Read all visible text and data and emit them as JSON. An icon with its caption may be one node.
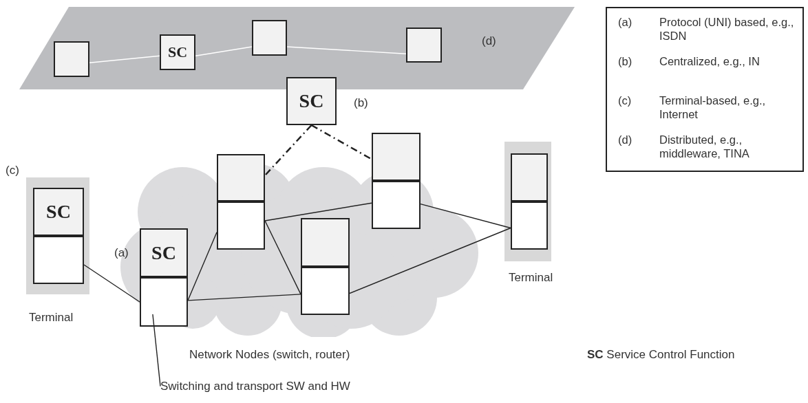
{
  "diagram": {
    "nodes": [
      {
        "text": [
          "(d)"
        ]
      },
      {
        "text": [],
        "shape": "box",
        "in": 0
      },
      {
        "text": [
          "SC"
        ],
        "in": 0
      },
      {
        "text": [],
        "shape": "box",
        "in": 0
      },
      {
        "text": [],
        "shape": "box",
        "in": 0
      },
      {
        "text": [
          "SC"
        ],
        "beside": [
          "(b)"
        ]
      },
      {
        "text": [
          "Terminal"
        ],
        "beside": [
          "(c)"
        ]
      },
      {
        "text": [
          "SC"
        ],
        "in": 6
      },
      {
        "text": [],
        "shape": "box",
        "in": 6
      },
      {
        "text": [
          "SC"
        ],
        "beside": [
          "(a)"
        ]
      },
      {
        "text": [],
        "shape": "box"
      },
      {
        "text": [],
        "shape": "box"
      },
      {
        "text": [],
        "shape": "box"
      },
      {
        "text": [],
        "shape": "box"
      },
      {
        "text": [],
        "shape": "box"
      },
      {
        "text": [],
        "shape": "box"
      },
      {
        "text": [],
        "shape": "box"
      },
      {
        "text": [
          "Terminal"
        ]
      },
      {
        "text": [],
        "shape": "box",
        "in": 17
      },
      {
        "text": [],
        "shape": "box",
        "in": 17
      },
      {
        "text": [
          "Switching and transport SW and HW"
        ]
      }
    ],
    "edges": [
      {
        "from": 1,
        "to": 2,
        "arrow": "none",
        "color": "#ffffff"
      },
      {
        "from": 2,
        "to": 3,
        "arrow": "none",
        "color": "#ffffff"
      },
      {
        "from": 3,
        "to": 4,
        "arrow": "none",
        "color": "#ffffff"
      },
      {
        "from": 5,
        "to": 11,
        "arrow": "none",
        "style": "dashed"
      },
      {
        "from": 5,
        "to": 15,
        "arrow": "none",
        "style": "dashed"
      },
      {
        "from": 8,
        "to": 10,
        "arrow": "none"
      },
      {
        "from": 10,
        "to": 12,
        "arrow": "none"
      },
      {
        "from": 10,
        "to": 14,
        "arrow": "none"
      },
      {
        "from": 12,
        "to": 16,
        "arrow": "none"
      },
      {
        "from": 12,
        "to": 14,
        "arrow": "none"
      },
      {
        "from": 16,
        "to": 19,
        "arrow": "none"
      },
      {
        "from": 14,
        "to": 19,
        "arrow": "none"
      },
      {
        "from": 20,
        "to": 10,
        "arrow": "none"
      }
    ],
    "labels": [
      "(a)",
      "Protocol (UNI) based, e.g., ISDN",
      "(b)",
      "Centralized, e.g., IN",
      "(c)",
      "Terminal-based, e.g., Internet",
      "(d)",
      "Distributed, e.g., middleware, TINA",
      "Network Nodes (switch, router)",
      "**SC** Service Control Function"
    ]
  }
}
